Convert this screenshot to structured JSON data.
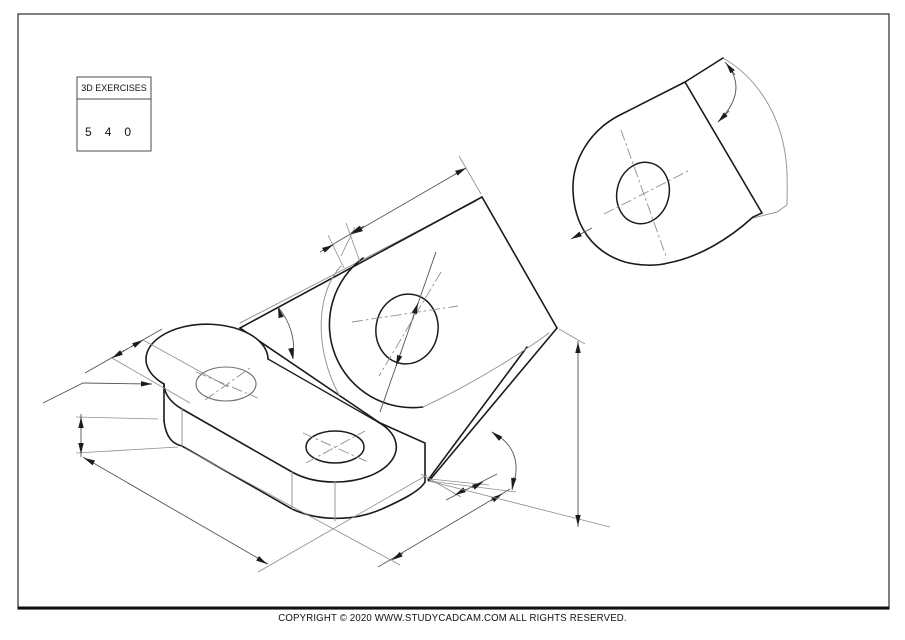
{
  "title_block": {
    "title": "3D EXERCISES",
    "code": [
      "5",
      "4",
      "0"
    ]
  },
  "footer": {
    "copyright": "COPYRIGHT © 2020 WWW.STUDYCADCAM.COM ALL RIGHTS RESERVED."
  },
  "drawing": {
    "type": "isometric technical drawing",
    "views": {
      "main_view": "angled bracket with stadium base, two holes and tapered cylindrical boss",
      "detail_view": "tapered rounded boss with through hole and draft-angle dimension"
    },
    "dimension_text_visible": false
  },
  "colors": {
    "visible_edge": "#1b1b1b",
    "tangent_edge": "#979797",
    "dimension_line": "#555555",
    "extension_line": "#8d8d8d",
    "center_line": "#8f8f8f",
    "background": "#ffffff"
  }
}
